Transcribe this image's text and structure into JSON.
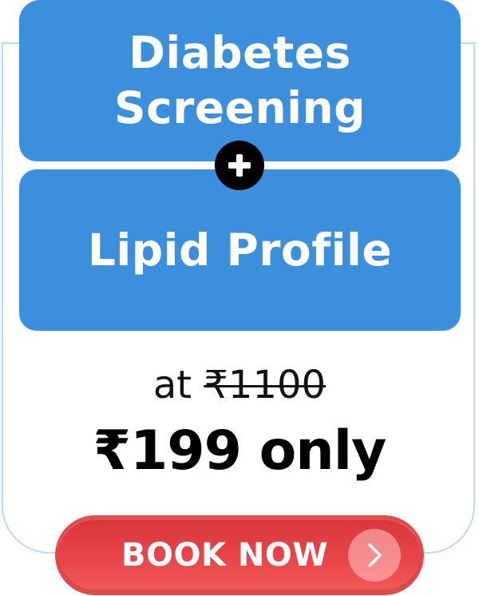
{
  "offer": {
    "test_one": "Diabetes Screening",
    "test_two": "Lipid Profile",
    "combine_icon": "plus-icon",
    "price_prefix": "at",
    "original_price": "₹1100",
    "offer_price": "₹199 only",
    "cta_label": "BOOK NOW",
    "cta_icon": "chevron-right-icon"
  },
  "colors": {
    "panel_blue": "#3b8fdc",
    "outline_blue": "#b7dcf3",
    "cta_red": "#e8464a",
    "badge_black": "#000000"
  }
}
